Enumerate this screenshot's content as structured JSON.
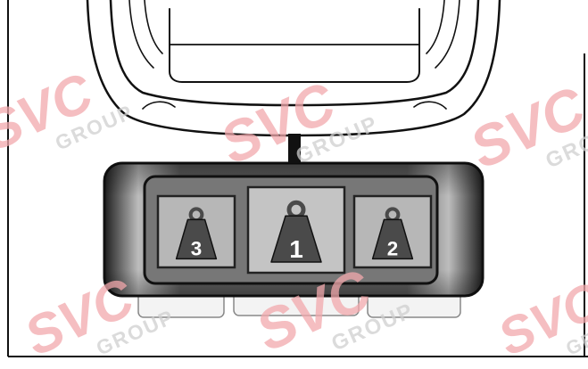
{
  "weights": [
    {
      "position": "left",
      "label": "3",
      "icon": "weight-icon"
    },
    {
      "position": "center",
      "label": "1",
      "icon": "weight-icon",
      "highlighted": true
    },
    {
      "position": "right",
      "label": "2",
      "icon": "weight-icon"
    }
  ],
  "watermark": {
    "brand": "SVC",
    "sub": "GROUP",
    "color": "#f2a9ad"
  },
  "colors": {
    "line": "#111111",
    "housing_bezel": "#2a2a2a",
    "inner_panel": "#777777",
    "key_fill": "#b7b7b7",
    "center_key_fill": "#c4c4c4",
    "weight_fill": "#4a4a4a",
    "weight_number": "#ffffff"
  }
}
